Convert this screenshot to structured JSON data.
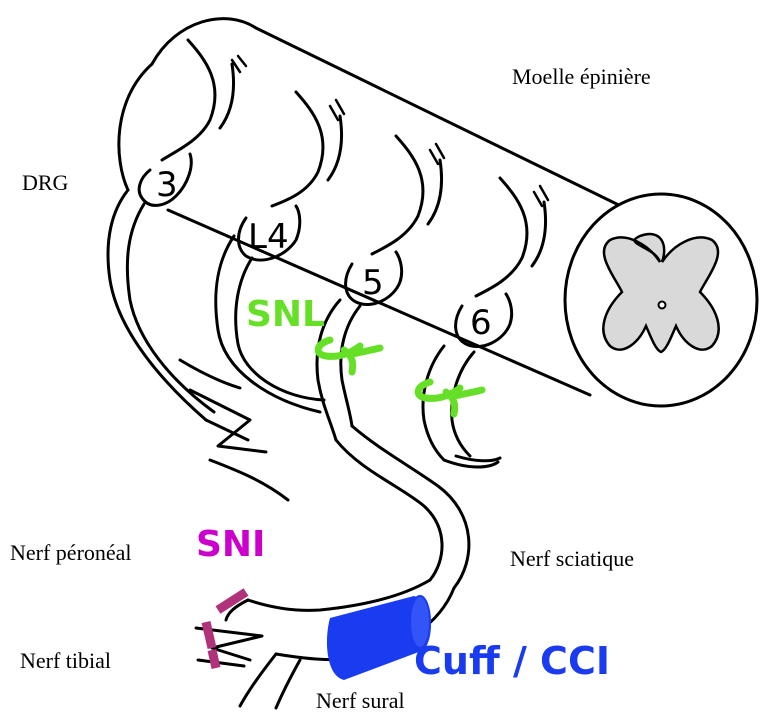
{
  "labels": {
    "spinal_cord": "Moelle épinière",
    "drg": "DRG",
    "peroneal": "Nerf péronéal",
    "sciatic": "Nerf sciatique",
    "tibial": "Nerf tibial",
    "sural": "Nerf sural"
  },
  "ganglia": [
    "3",
    "L4",
    "5",
    "6"
  ],
  "injury_models": {
    "snl": "SNL",
    "sni": "SNI",
    "cuff": "Cuff / CCI"
  },
  "colors": {
    "snl": "#66e026",
    "sni": "#cc00cc",
    "sni_marks": "#b0327a",
    "cuff": "#1a3cf0",
    "grey_matter": "#d9d9d9"
  }
}
